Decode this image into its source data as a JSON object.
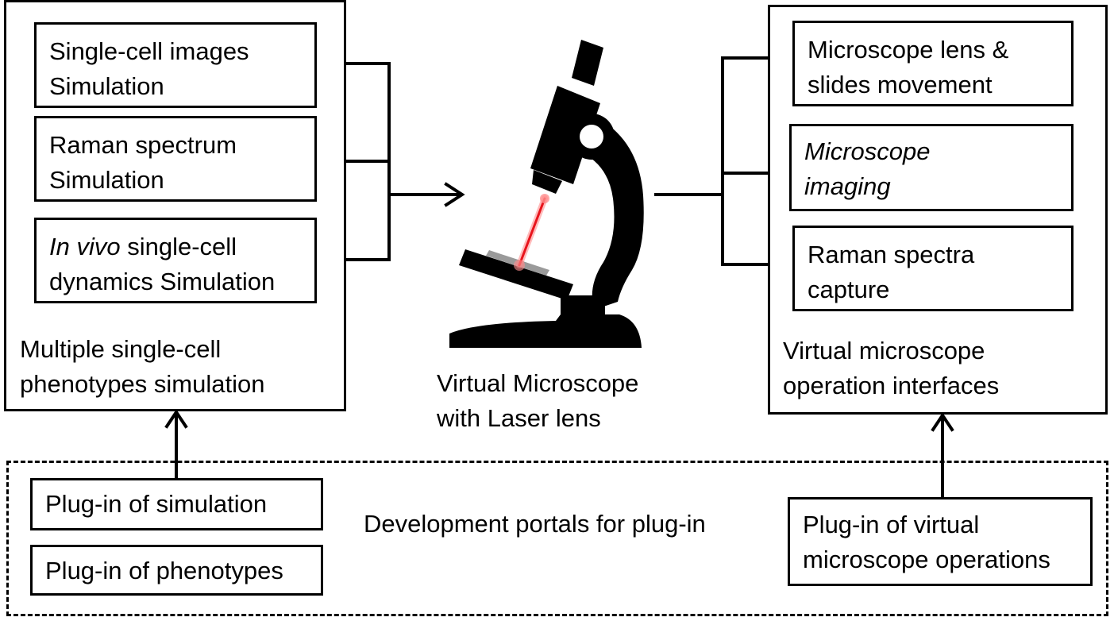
{
  "left_panel": {
    "boxes": [
      {
        "line1": "Single-cell images",
        "line2": "Simulation"
      },
      {
        "line1": "Raman spectrum",
        "line2": "Simulation"
      },
      {
        "line1_italic": "In vivo",
        "line1_rest": " single-cell",
        "line2": "dynamics Simulation"
      }
    ],
    "caption_line1": "Multiple single-cell",
    "caption_line2": "phenotypes simulation"
  },
  "center": {
    "caption_line1": "Virtual Microscope",
    "caption_line2": "with Laser lens",
    "icon": "microscope-icon",
    "laser_color": "#e8141c"
  },
  "right_panel": {
    "boxes": [
      {
        "line1": "Microscope lens &",
        "line2": "slides movement"
      },
      {
        "line1": "Microscope",
        "line2": "imaging",
        "italic": true
      },
      {
        "line1": "Raman spectra",
        "line2": "capture"
      }
    ],
    "caption_line1": "Virtual microscope",
    "caption_line2": "operation interfaces"
  },
  "portal": {
    "label": "Development portals for plug-in",
    "plugin_simulation": "Plug-in of simulation",
    "plugin_phenotypes": "Plug-in of phenotypes",
    "plugin_operations_line1": "Plug-in of virtual",
    "plugin_operations_line2": "microscope operations"
  }
}
